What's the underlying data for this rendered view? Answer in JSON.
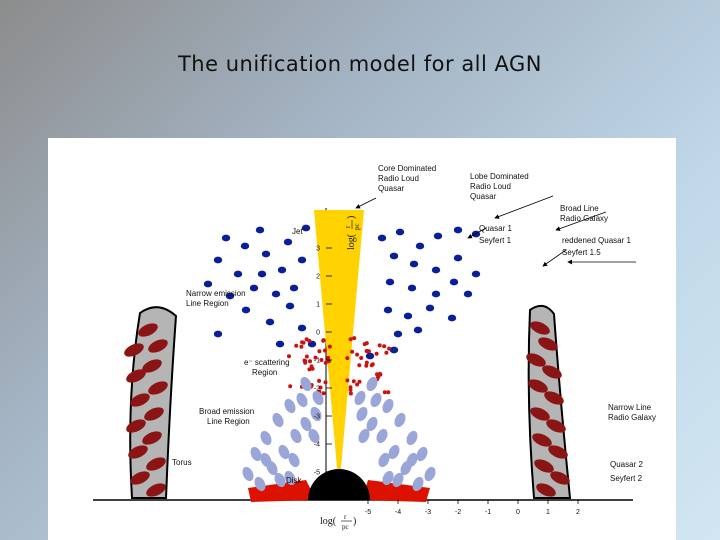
{
  "slide": {
    "title": "The unification model for all AGN"
  },
  "diagram": {
    "labels": {
      "core_dominated": [
        "Core Dominated",
        "Radio Loud",
        "Quasar"
      ],
      "lobe_dominated": [
        "Lobe Dominated",
        "Radio Loud",
        "Quasar"
      ],
      "broad_line_rg": [
        "Broad Line",
        "Radio Galaxy"
      ],
      "quasar1": "Quasar 1",
      "seyfert1": "Seyfert 1",
      "reddened": "reddened Quasar 1",
      "seyfert15": "Seyfert 1.5",
      "jet": "Jet",
      "nlr": [
        "Narrow emission",
        "Line Region"
      ],
      "scatter": [
        "e⁻ scattering",
        "Region"
      ],
      "blr": [
        "Broad emission",
        "Line Region"
      ],
      "torus": "Torus",
      "disk": "Disk",
      "nlrg": [
        "Narrow Line",
        "Radio Galaxy"
      ],
      "quasar2": "Quasar 2",
      "seyfert2": "Seyfert 2"
    },
    "vertical_axis": {
      "label_main": "log(",
      "label_r": "r",
      "label_pc": "pc",
      "label_close": ")",
      "ticks": [
        "3",
        "2",
        "1",
        "0",
        "-1",
        "-2",
        "-3",
        "-4",
        "-5"
      ]
    },
    "horizontal_axis": {
      "label_main": "log(",
      "label_r": "r",
      "label_pc": "pc",
      "label_close": ")",
      "ticks": [
        "-5",
        "-4",
        "-3",
        "-2",
        "-1",
        "0",
        "1",
        "2"
      ]
    },
    "colors": {
      "jet": "#ffd200",
      "nlr_cloud": "#0a1e96",
      "scatter_dot": "#cc1111",
      "blr_cloud": "#9aa5d8",
      "torus_body": "#b5b5b5",
      "torus_cloud": "#8b1414",
      "disk": "#dd1100",
      "black_hole": "#000000"
    }
  }
}
